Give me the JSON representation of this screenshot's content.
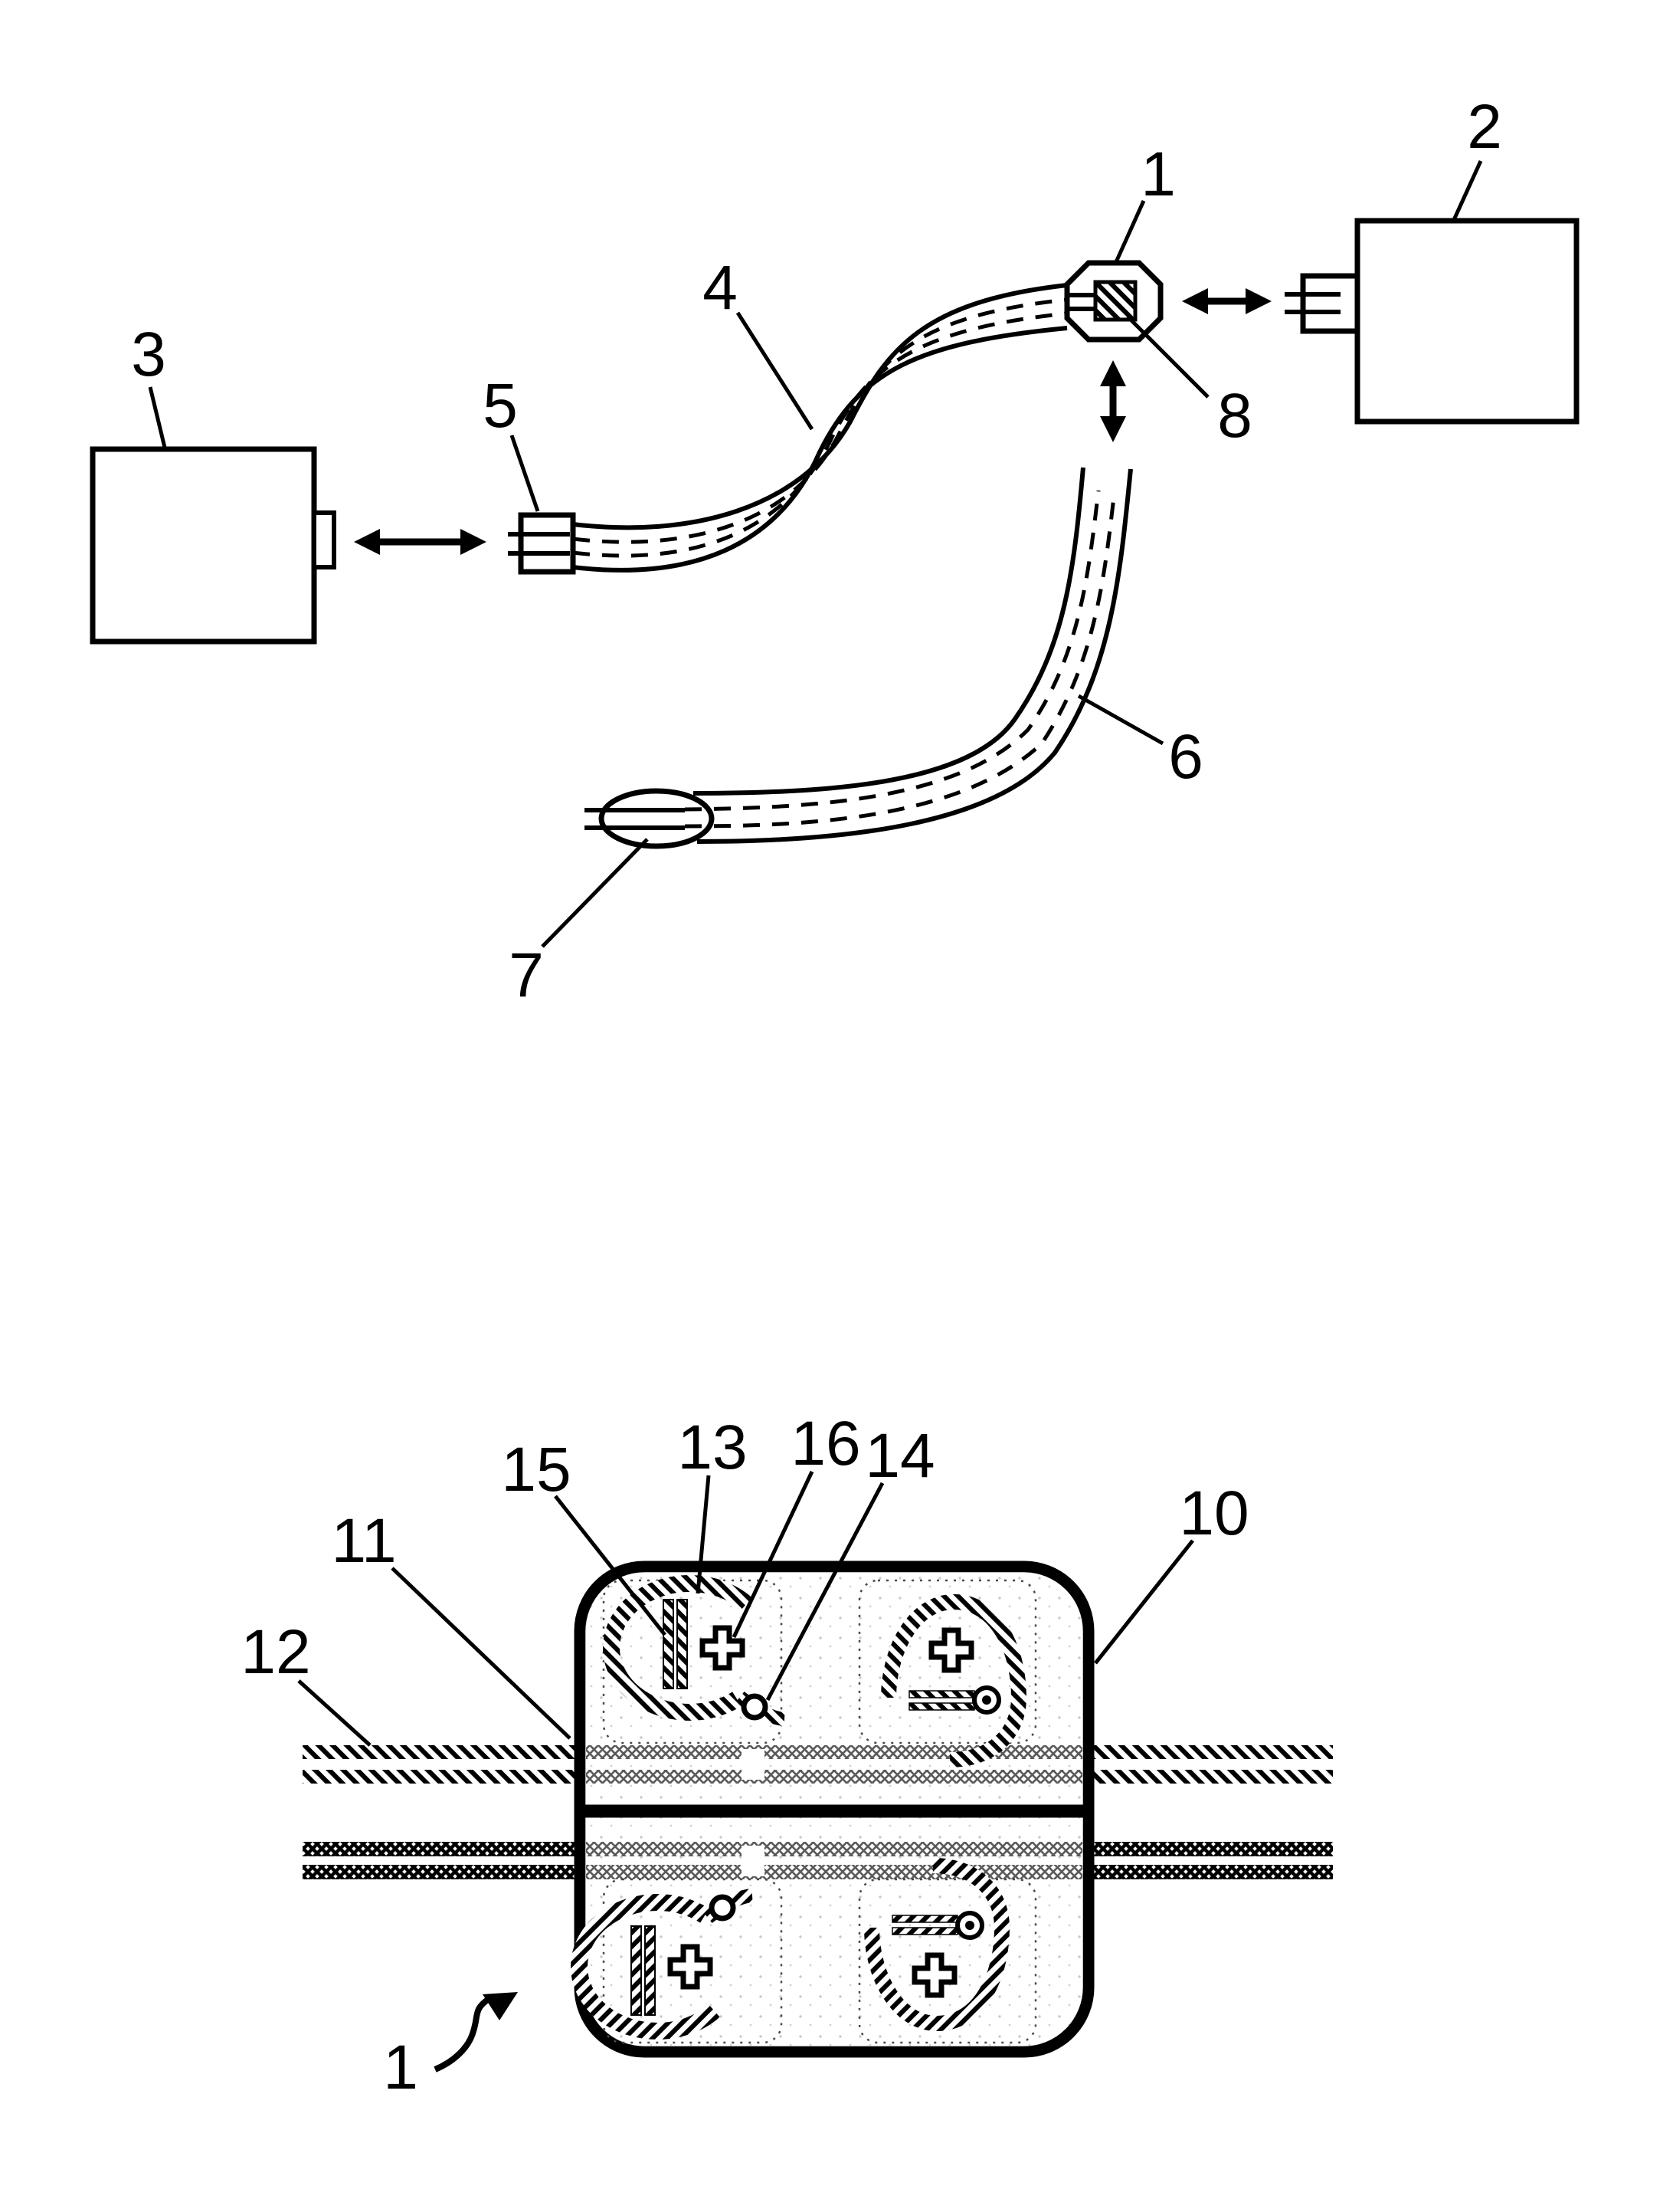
{
  "colors": {
    "ink": "#000000",
    "paper": "#ffffff"
  },
  "figure1": {
    "labels": {
      "n1": "1",
      "n2": "2",
      "n3": "3",
      "n4": "4",
      "n5": "5",
      "n6": "6",
      "n7": "7",
      "n8": "8"
    }
  },
  "figure2": {
    "labels": {
      "n1": "1",
      "n10": "10",
      "n11": "11",
      "n12": "12",
      "n13": "13",
      "n14": "14",
      "n15": "15",
      "n16": "16"
    }
  }
}
